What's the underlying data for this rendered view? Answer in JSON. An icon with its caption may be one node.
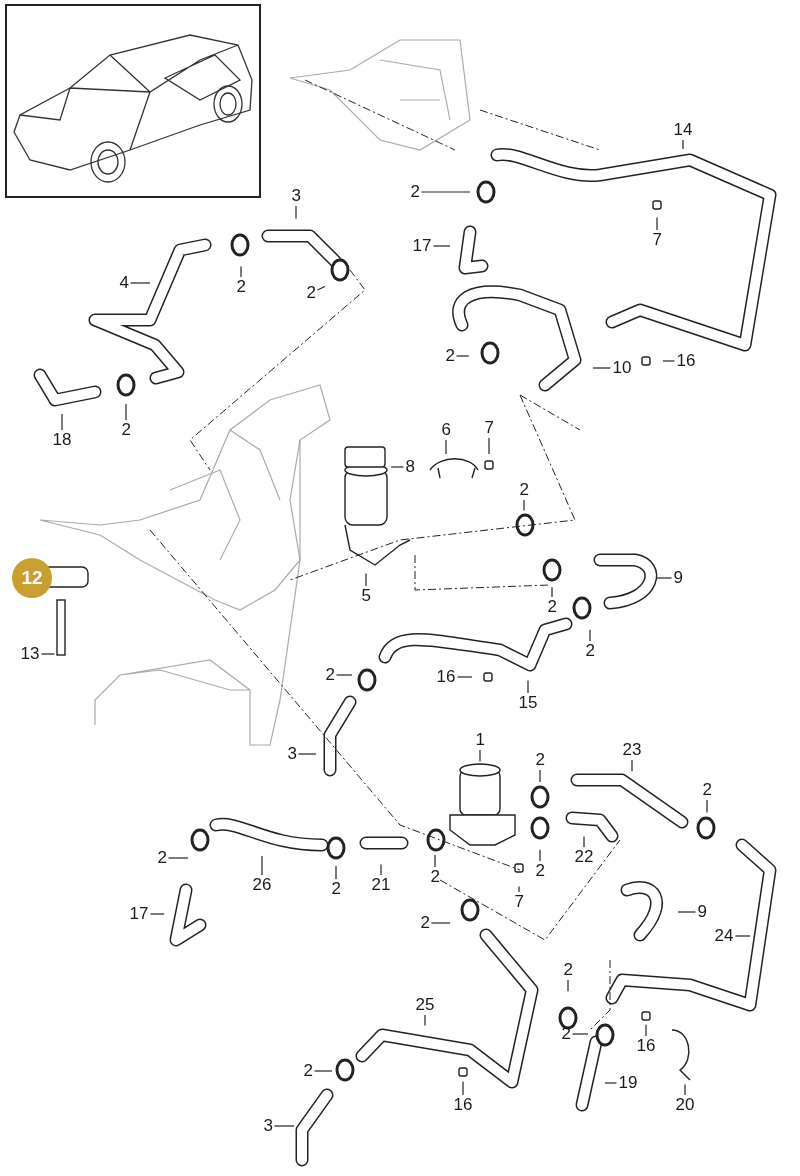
{
  "diagram": {
    "nodes": [
      {
        "text": [
          "14"
        ]
      },
      {
        "text": [
          "2"
        ]
      },
      {
        "text": [
          "7"
        ]
      },
      {
        "text": [
          "3"
        ]
      },
      {
        "text": [
          "17"
        ]
      },
      {
        "text": [
          "4"
        ]
      },
      {
        "text": [
          "2"
        ]
      },
      {
        "text": [
          "2"
        ]
      },
      {
        "text": [
          "2"
        ]
      },
      {
        "text": [
          "10"
        ]
      },
      {
        "text": [
          "16"
        ]
      },
      {
        "text": [
          "18"
        ]
      },
      {
        "text": [
          "2"
        ]
      },
      {
        "text": [
          "6"
        ]
      },
      {
        "text": [
          "7"
        ]
      },
      {
        "text": [
          "8"
        ]
      },
      {
        "text": [
          "2"
        ]
      },
      {
        "text": [
          "12"
        ]
      },
      {
        "text": [
          "5"
        ]
      },
      {
        "text": [
          "9"
        ]
      },
      {
        "text": [
          "2"
        ]
      },
      {
        "text": [
          "2"
        ]
      },
      {
        "text": [
          "13"
        ]
      },
      {
        "text": [
          "2"
        ]
      },
      {
        "text": [
          "16"
        ]
      },
      {
        "text": [
          "15"
        ]
      },
      {
        "text": [
          "3"
        ]
      },
      {
        "text": [
          "1"
        ]
      },
      {
        "text": [
          "23"
        ]
      },
      {
        "text": [
          "2"
        ]
      },
      {
        "text": [
          "2"
        ]
      },
      {
        "text": [
          "2"
        ]
      },
      {
        "text": [
          "26"
        ]
      },
      {
        "text": [
          "2"
        ]
      },
      {
        "text": [
          "21"
        ]
      },
      {
        "text": [
          "2"
        ]
      },
      {
        "text": [
          "2"
        ]
      },
      {
        "text": [
          "22"
        ]
      },
      {
        "text": [
          "7"
        ]
      },
      {
        "text": [
          "17"
        ]
      },
      {
        "text": [
          "9"
        ]
      },
      {
        "text": [
          "24"
        ]
      },
      {
        "text": [
          "2"
        ]
      },
      {
        "text": [
          "2"
        ]
      },
      {
        "text": [
          "25"
        ]
      },
      {
        "text": [
          "2"
        ]
      },
      {
        "text": [
          "16"
        ]
      },
      {
        "text": [
          "2"
        ]
      },
      {
        "text": [
          "16"
        ]
      },
      {
        "text": [
          "19"
        ]
      },
      {
        "text": [
          "20"
        ]
      },
      {
        "text": [
          "3"
        ]
      }
    ],
    "edges": [
      {
        "from": 0,
        "to": null,
        "arrow": "none"
      },
      {
        "from": 1,
        "to": null,
        "arrow": "none"
      },
      {
        "from": 2,
        "to": null,
        "arrow": "none"
      },
      {
        "from": 3,
        "to": null,
        "arrow": "none"
      },
      {
        "from": 4,
        "to": null,
        "arrow": "none"
      },
      {
        "from": 5,
        "to": null,
        "arrow": "none"
      },
      {
        "from": 6,
        "to": null,
        "arrow": "none"
      },
      {
        "from": 7,
        "to": null,
        "arrow": "none"
      },
      {
        "from": 8,
        "to": null,
        "arrow": "none"
      },
      {
        "from": 9,
        "to": null,
        "arrow": "none"
      },
      {
        "from": 10,
        "to": null,
        "arrow": "none"
      },
      {
        "from": 11,
        "to": null,
        "arrow": "none"
      },
      {
        "from": 12,
        "to": null,
        "arrow": "none"
      },
      {
        "from": 13,
        "to": null,
        "arrow": "none"
      },
      {
        "from": 14,
        "to": null,
        "arrow": "none"
      },
      {
        "from": 15,
        "to": null,
        "arrow": "none"
      },
      {
        "from": 16,
        "to": null,
        "arrow": "none"
      },
      {
        "from": 18,
        "to": null,
        "arrow": "none"
      },
      {
        "from": 19,
        "to": null,
        "arrow": "none"
      },
      {
        "from": 20,
        "to": null,
        "arrow": "none"
      },
      {
        "from": 21,
        "to": null,
        "arrow": "none"
      },
      {
        "from": 22,
        "to": null,
        "arrow": "none"
      },
      {
        "from": 23,
        "to": null,
        "arrow": "none"
      },
      {
        "from": 24,
        "to": null,
        "arrow": "none"
      },
      {
        "from": 25,
        "to": null,
        "arrow": "none"
      },
      {
        "from": 26,
        "to": null,
        "arrow": "none"
      },
      {
        "from": 27,
        "to": null,
        "arrow": "none"
      },
      {
        "from": 28,
        "to": null,
        "arrow": "none"
      },
      {
        "from": 29,
        "to": null,
        "arrow": "none"
      },
      {
        "from": 30,
        "to": null,
        "arrow": "none"
      },
      {
        "from": 31,
        "to": null,
        "arrow": "none"
      },
      {
        "from": 32,
        "to": null,
        "arrow": "none"
      },
      {
        "from": 33,
        "to": null,
        "arrow": "none"
      },
      {
        "from": 34,
        "to": null,
        "arrow": "none"
      },
      {
        "from": 35,
        "to": null,
        "arrow": "none"
      },
      {
        "from": 36,
        "to": null,
        "arrow": "none"
      },
      {
        "from": 37,
        "to": null,
        "arrow": "none"
      },
      {
        "from": 38,
        "to": null,
        "arrow": "none"
      },
      {
        "from": 39,
        "to": null,
        "arrow": "none"
      },
      {
        "from": 40,
        "to": null,
        "arrow": "none"
      },
      {
        "from": 41,
        "to": null,
        "arrow": "none"
      },
      {
        "from": 42,
        "to": null,
        "arrow": "none"
      },
      {
        "from": 43,
        "to": null,
        "arrow": "none"
      },
      {
        "from": 44,
        "to": null,
        "arrow": "none"
      },
      {
        "from": 45,
        "to": null,
        "arrow": "none"
      },
      {
        "from": 46,
        "to": null,
        "arrow": "none"
      },
      {
        "from": 47,
        "to": null,
        "arrow": "none"
      },
      {
        "from": 48,
        "to": null,
        "arrow": "none"
      },
      {
        "from": 49,
        "to": null,
        "arrow": "none"
      },
      {
        "from": 50,
        "to": null,
        "arrow": "none"
      },
      {
        "from": 51,
        "to": null,
        "arrow": "none"
      }
    ]
  }
}
